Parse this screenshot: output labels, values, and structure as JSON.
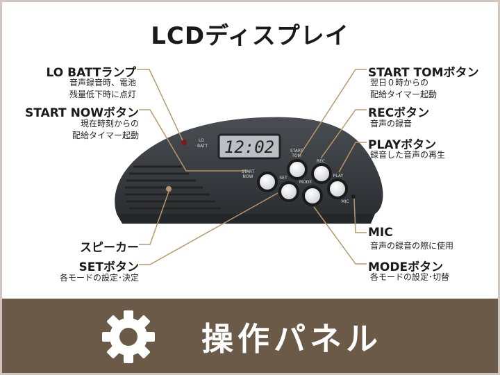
{
  "title": "LCDディスプレイ",
  "callouts": {
    "lo_batt": {
      "label": "LO BATTランプ",
      "desc1": "音声録音時、電池",
      "desc2": "残量低下時に点灯"
    },
    "start_now": {
      "label": "START NOWボタン",
      "desc1": "現在時刻からの",
      "desc2": "配給タイマー起動"
    },
    "speaker": {
      "label": "スピーカー"
    },
    "set": {
      "label": "SETボタン",
      "desc1": "各モードの設定･決定"
    },
    "start_tom": {
      "label": "START TOMボタン",
      "desc1": "翌日０時からの",
      "desc2": "配給タイマー起動"
    },
    "rec": {
      "label": "RECボタン",
      "desc1": "音声の録音"
    },
    "play": {
      "label": "PLAYボタン",
      "desc1": "録音した音声の再生"
    },
    "mic": {
      "label": "MIC",
      "desc1": "音声の録音の際に使用"
    },
    "mode": {
      "label": "MODEボタン",
      "desc1": "各モードの設定･切替"
    }
  },
  "device": {
    "lcd_text": "12:02",
    "lo_batt": "LO",
    "batt": "BATT",
    "start_now_1": "START",
    "start_now_2": "NOW",
    "start_tom_1": "START",
    "start_tom_2": "TOM",
    "rec": "REC",
    "play": "PLAY",
    "set": "SET",
    "mode": "MODE",
    "mic": "MIC"
  },
  "footer": {
    "title": "操作パネル",
    "icon": "gear-icon"
  },
  "colors": {
    "leader": "#b8986a",
    "footer_bg": "#6b5a48",
    "device": "#3a3d40"
  }
}
